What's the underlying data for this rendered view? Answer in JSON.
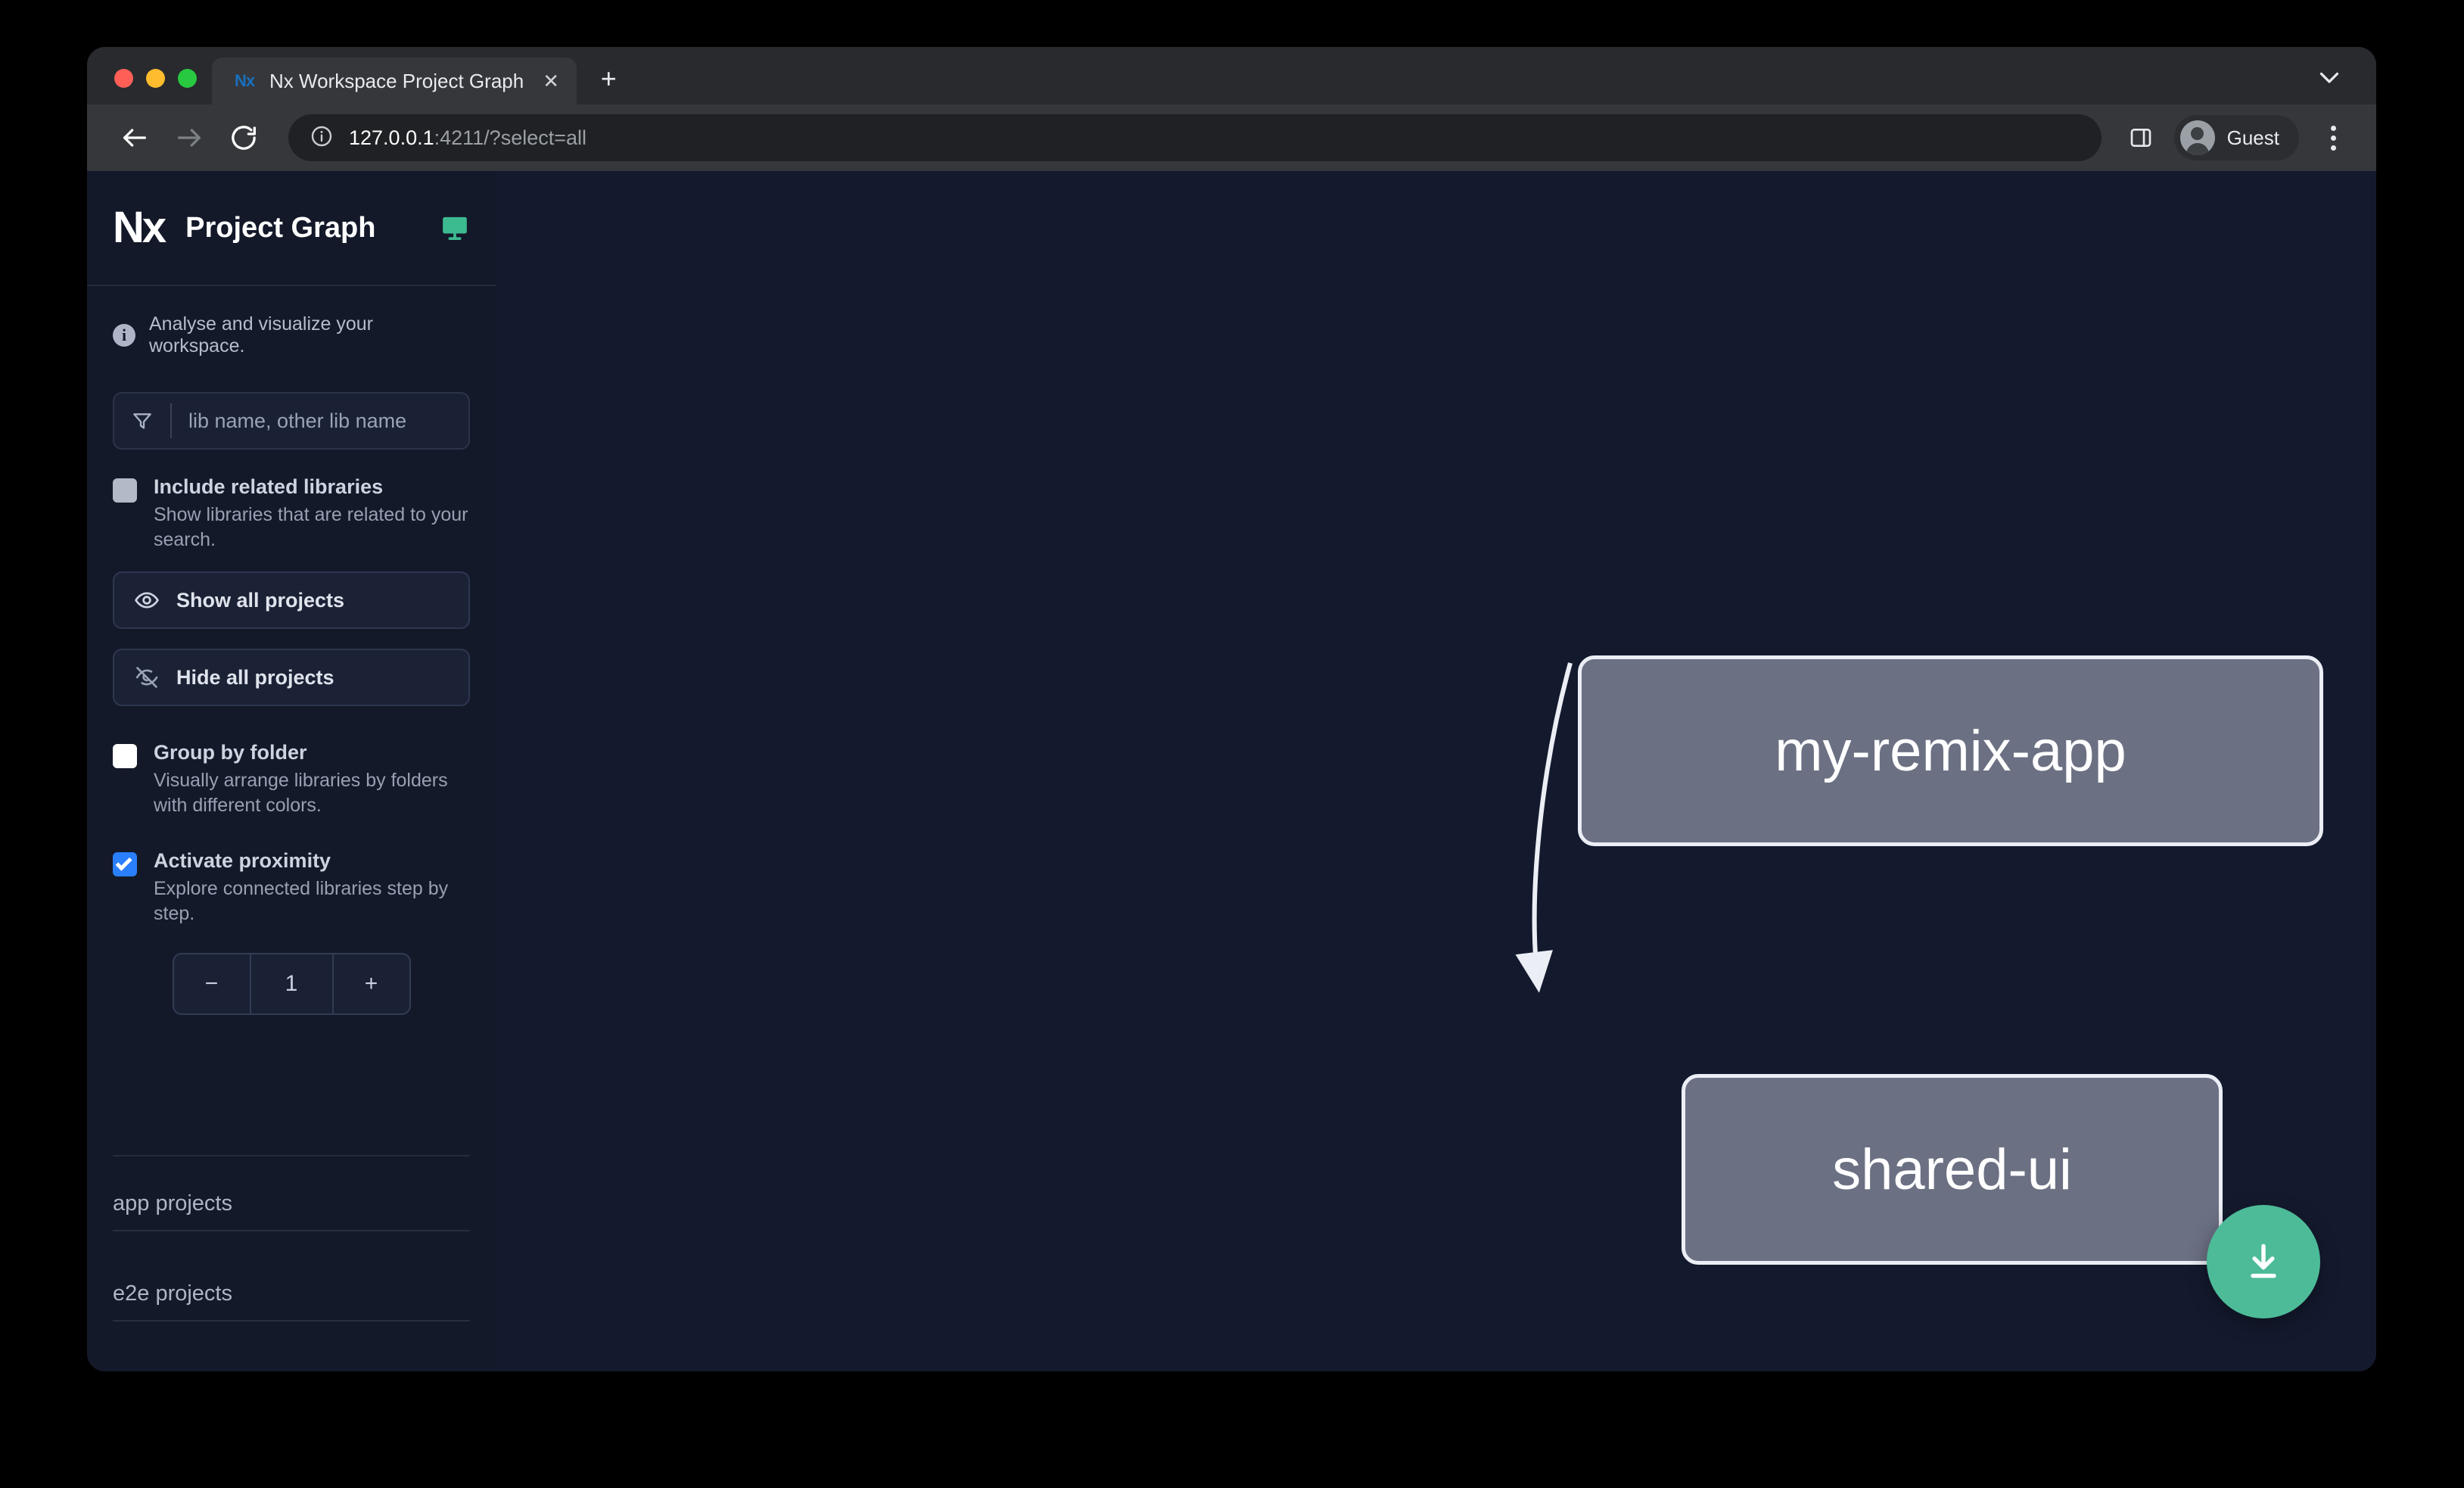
{
  "browser": {
    "tab": {
      "title": "Nx Workspace Project Graph",
      "favicon_text": "Nx",
      "close_label": "✕"
    },
    "new_tab_label": "+",
    "nav": {
      "back_name": "back",
      "forward_name": "forward",
      "reload_name": "reload"
    },
    "omnibox": {
      "host": "127.0.0.1",
      "rest": ":4211/?select=all",
      "full_url": "127.0.0.1:4211/?select=all"
    },
    "profile": {
      "name": "Guest"
    }
  },
  "sidebar": {
    "logo_text": "Nx",
    "title": "Project Graph",
    "note": "Analyse and visualize your workspace.",
    "search": {
      "placeholder": "lib name, other lib name",
      "value": ""
    },
    "options": [
      {
        "label": "Include related libraries",
        "desc": "Show libraries that are related to your search.",
        "state": "filled"
      },
      {
        "label": "Group by folder",
        "desc": "Visually arrange libraries by folders with different colors.",
        "state": "empty"
      },
      {
        "label": "Activate proximity",
        "desc": "Explore connected libraries step by step.",
        "state": "checked"
      }
    ],
    "buttons": [
      {
        "label": "Show all projects",
        "icon": "eye-icon"
      },
      {
        "label": "Hide all projects",
        "icon": "eye-slash-icon"
      }
    ],
    "stepper": {
      "minus_label": "−",
      "value": "1",
      "plus_label": "+"
    },
    "sections": [
      {
        "title": "app projects"
      },
      {
        "title": "e2e projects"
      }
    ]
  },
  "graph": {
    "nodes": [
      {
        "id": "my-remix-app",
        "label": "my-remix-app"
      },
      {
        "id": "shared-ui",
        "label": "shared-ui"
      }
    ],
    "edges": [
      {
        "from": "my-remix-app",
        "to": "shared-ui"
      }
    ]
  },
  "fab": {
    "name": "download-button"
  },
  "colors": {
    "accent_green": "#4dbb98",
    "checkbox_blue": "#2a7fff",
    "canvas_bg": "#141a2e",
    "sidebar_bg": "#131929",
    "node_fill": "#6b7083",
    "node_border": "#eceef5"
  }
}
